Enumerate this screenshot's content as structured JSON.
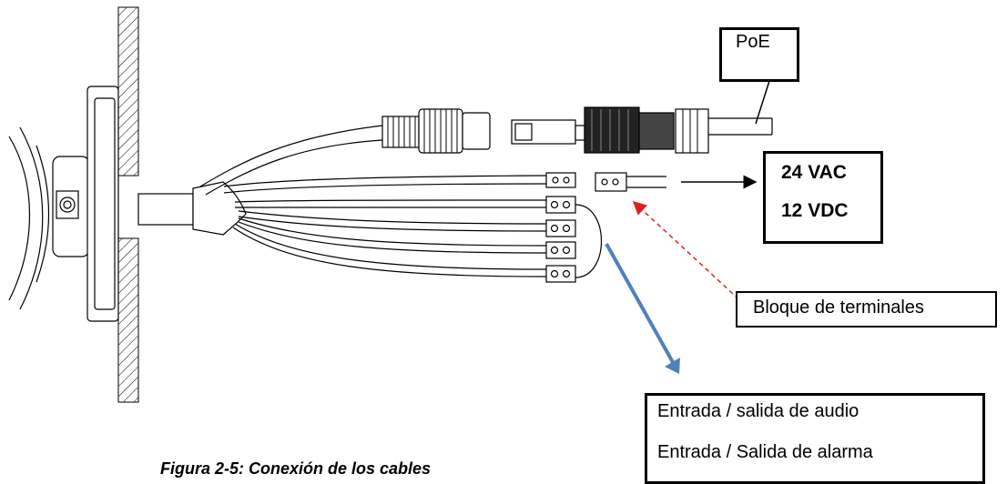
{
  "labels": {
    "poe": "PoE",
    "power_line1": "24 VAC",
    "power_line2": "12 VDC",
    "terminal_block": "Bloque de terminales",
    "io_line1": "Entrada / salida de audio",
    "io_line2": "Entrada / Salida de alarma"
  },
  "caption": "Figura 2-5: Conexión de los cables",
  "colors": {
    "outline": "#000000",
    "terminal_arrow": "#e02020",
    "io_arrow": "#4f81bd"
  }
}
